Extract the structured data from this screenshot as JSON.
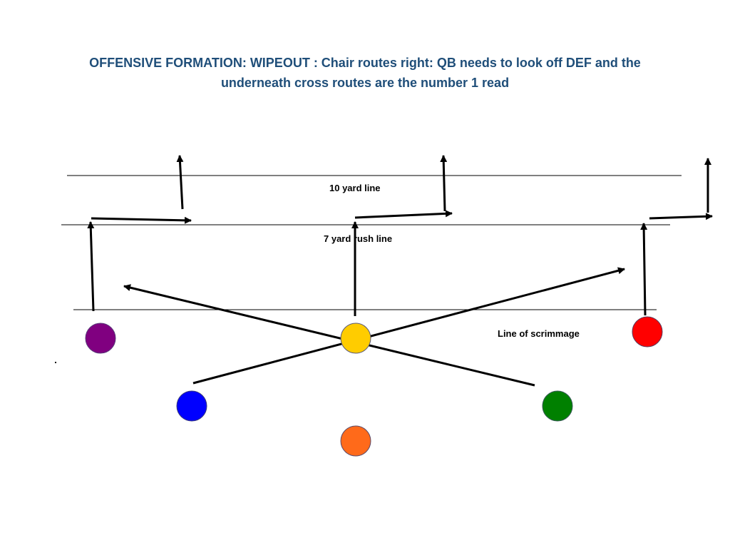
{
  "title": {
    "line1": "OFFENSIVE FORMATION: WIPEOUT : Chair routes right: QB needs to look off DEF and the",
    "line2": "underneath cross routes are the number 1 read"
  },
  "field_lines": {
    "ten_yard": "10 yard line",
    "rush_line": "7 yard rush line",
    "scrimmage": "Line of scrimmage"
  },
  "colors": {
    "title": "#1f4e79",
    "purple_player": "#800080",
    "yellow_player": "#ffcc00",
    "red_player": "#ff0000",
    "blue_player": "#0000ff",
    "green_player": "#008000",
    "orange_player": "#ff6a1a",
    "route": "#000000",
    "field_line": "#000000"
  }
}
